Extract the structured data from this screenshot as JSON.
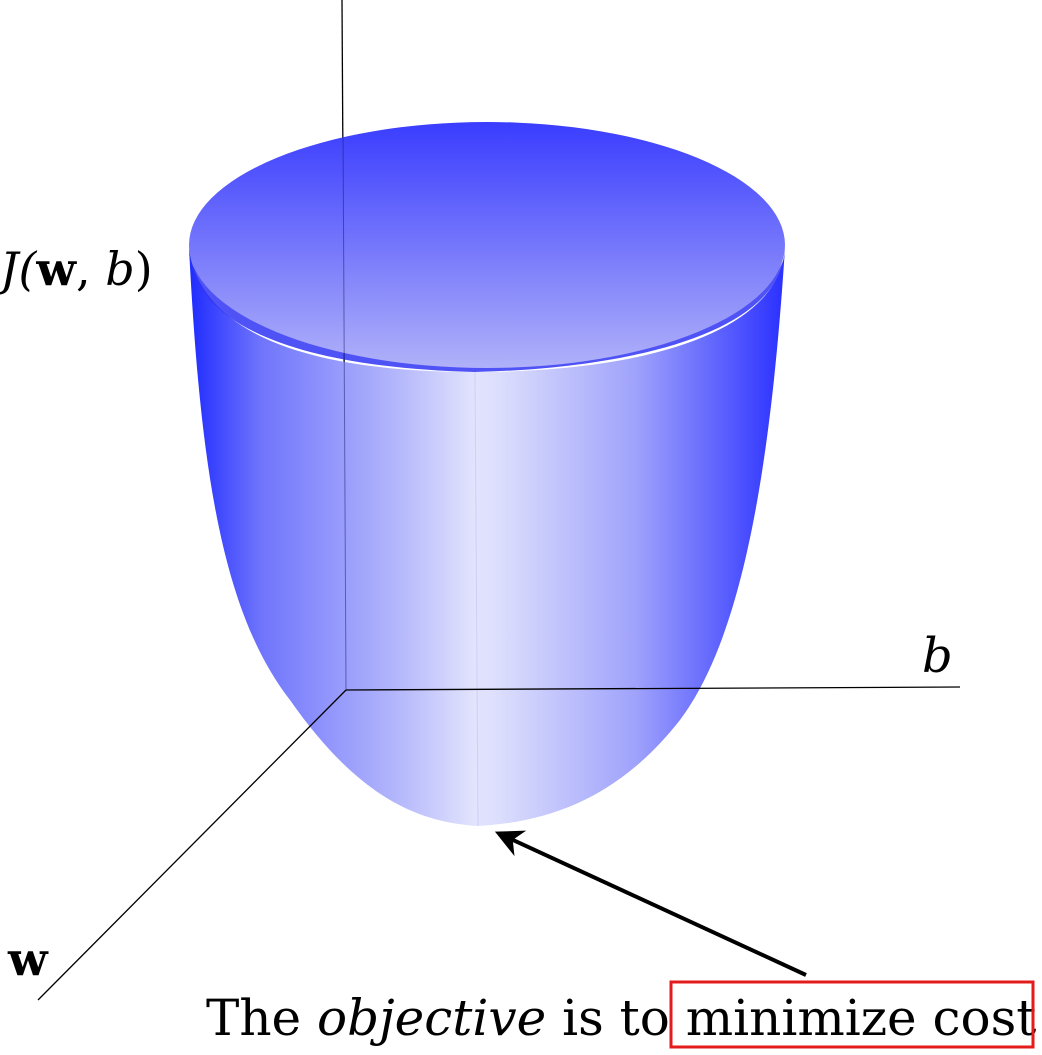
{
  "axes": {
    "vertical_label": "J(w, b)",
    "vertical_label_func": "J(",
    "vertical_label_w": "w",
    "vertical_label_comma": ", ",
    "vertical_label_b": "b",
    "vertical_label_close": ")",
    "b_axis_label": "b",
    "w_axis_label": "w"
  },
  "caption": {
    "prefix": "The ",
    "emphasis": "objective",
    "middle": " is to ",
    "highlight": "minimize cost!"
  },
  "colors": {
    "surface_dark": "#1f2bff",
    "surface_light": "#e4e6fd",
    "top_dark": "#3a3dfe",
    "top_light": "#a9aaf9",
    "highlight_box": "#e31b1b",
    "axis": "#000000"
  }
}
